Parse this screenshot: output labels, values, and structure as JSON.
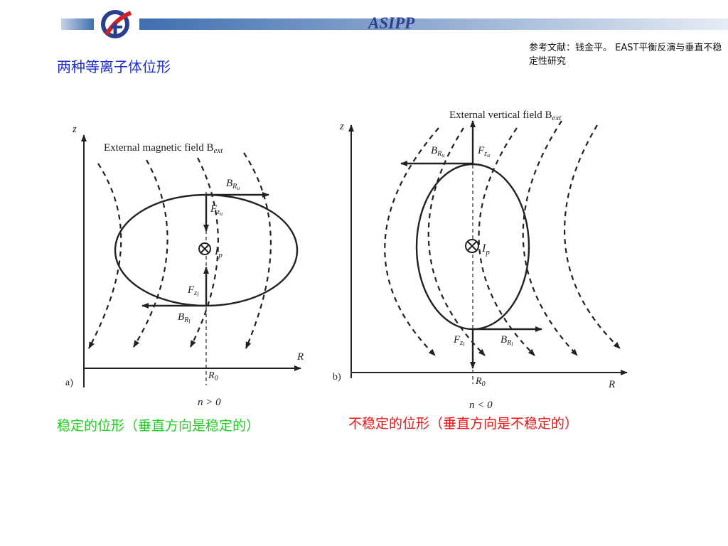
{
  "header": {
    "brand": "ASIPP",
    "reference": "参考文献：钱金平。 EAST平衡反演与垂直不稳定性研究",
    "accent_color": "#2b3f8f"
  },
  "title": "两种等离子体位形",
  "captions": {
    "stable": "稳定的位形（垂直方向是稳定的）",
    "unstable": "不稳定的位形（垂直方向是不稳定的）",
    "stable_color": "#1bd01b",
    "unstable_color": "#ee1111"
  },
  "diagram_a": {
    "panel": "a)",
    "field_label": "External magnetic field B",
    "field_sub": "ext",
    "z": "z",
    "r": "R",
    "r0": "R",
    "r0_sub": "0",
    "ip": "I",
    "ip_sub": "p",
    "bru": "B",
    "bru_sub": "R",
    "bru_sub2": "u",
    "fzu": "F",
    "fzu_sub": "z",
    "fzu_sub2": "u",
    "fzl": "F",
    "fzl_sub": "z",
    "fzl_sub2": "l",
    "brl": "B",
    "brl_sub": "R",
    "brl_sub2": "l",
    "index": "n > 0"
  },
  "diagram_b": {
    "panel": "b)",
    "field_label": "External vertical field B",
    "field_sub": "ext",
    "z": "z",
    "r": "R",
    "r0": "R",
    "r0_sub": "0",
    "ip": "I",
    "ip_sub": "p",
    "bru": "B",
    "bru_sub": "R",
    "bru_sub2": "u",
    "fzu": "F",
    "fzu_sub": "z",
    "fzu_sub2": "u",
    "fzl": "F",
    "fzl_sub": "z",
    "fzl_sub2": "l",
    "brl": "B",
    "brl_sub": "R",
    "brl_sub2": "l",
    "index": "n < 0"
  }
}
